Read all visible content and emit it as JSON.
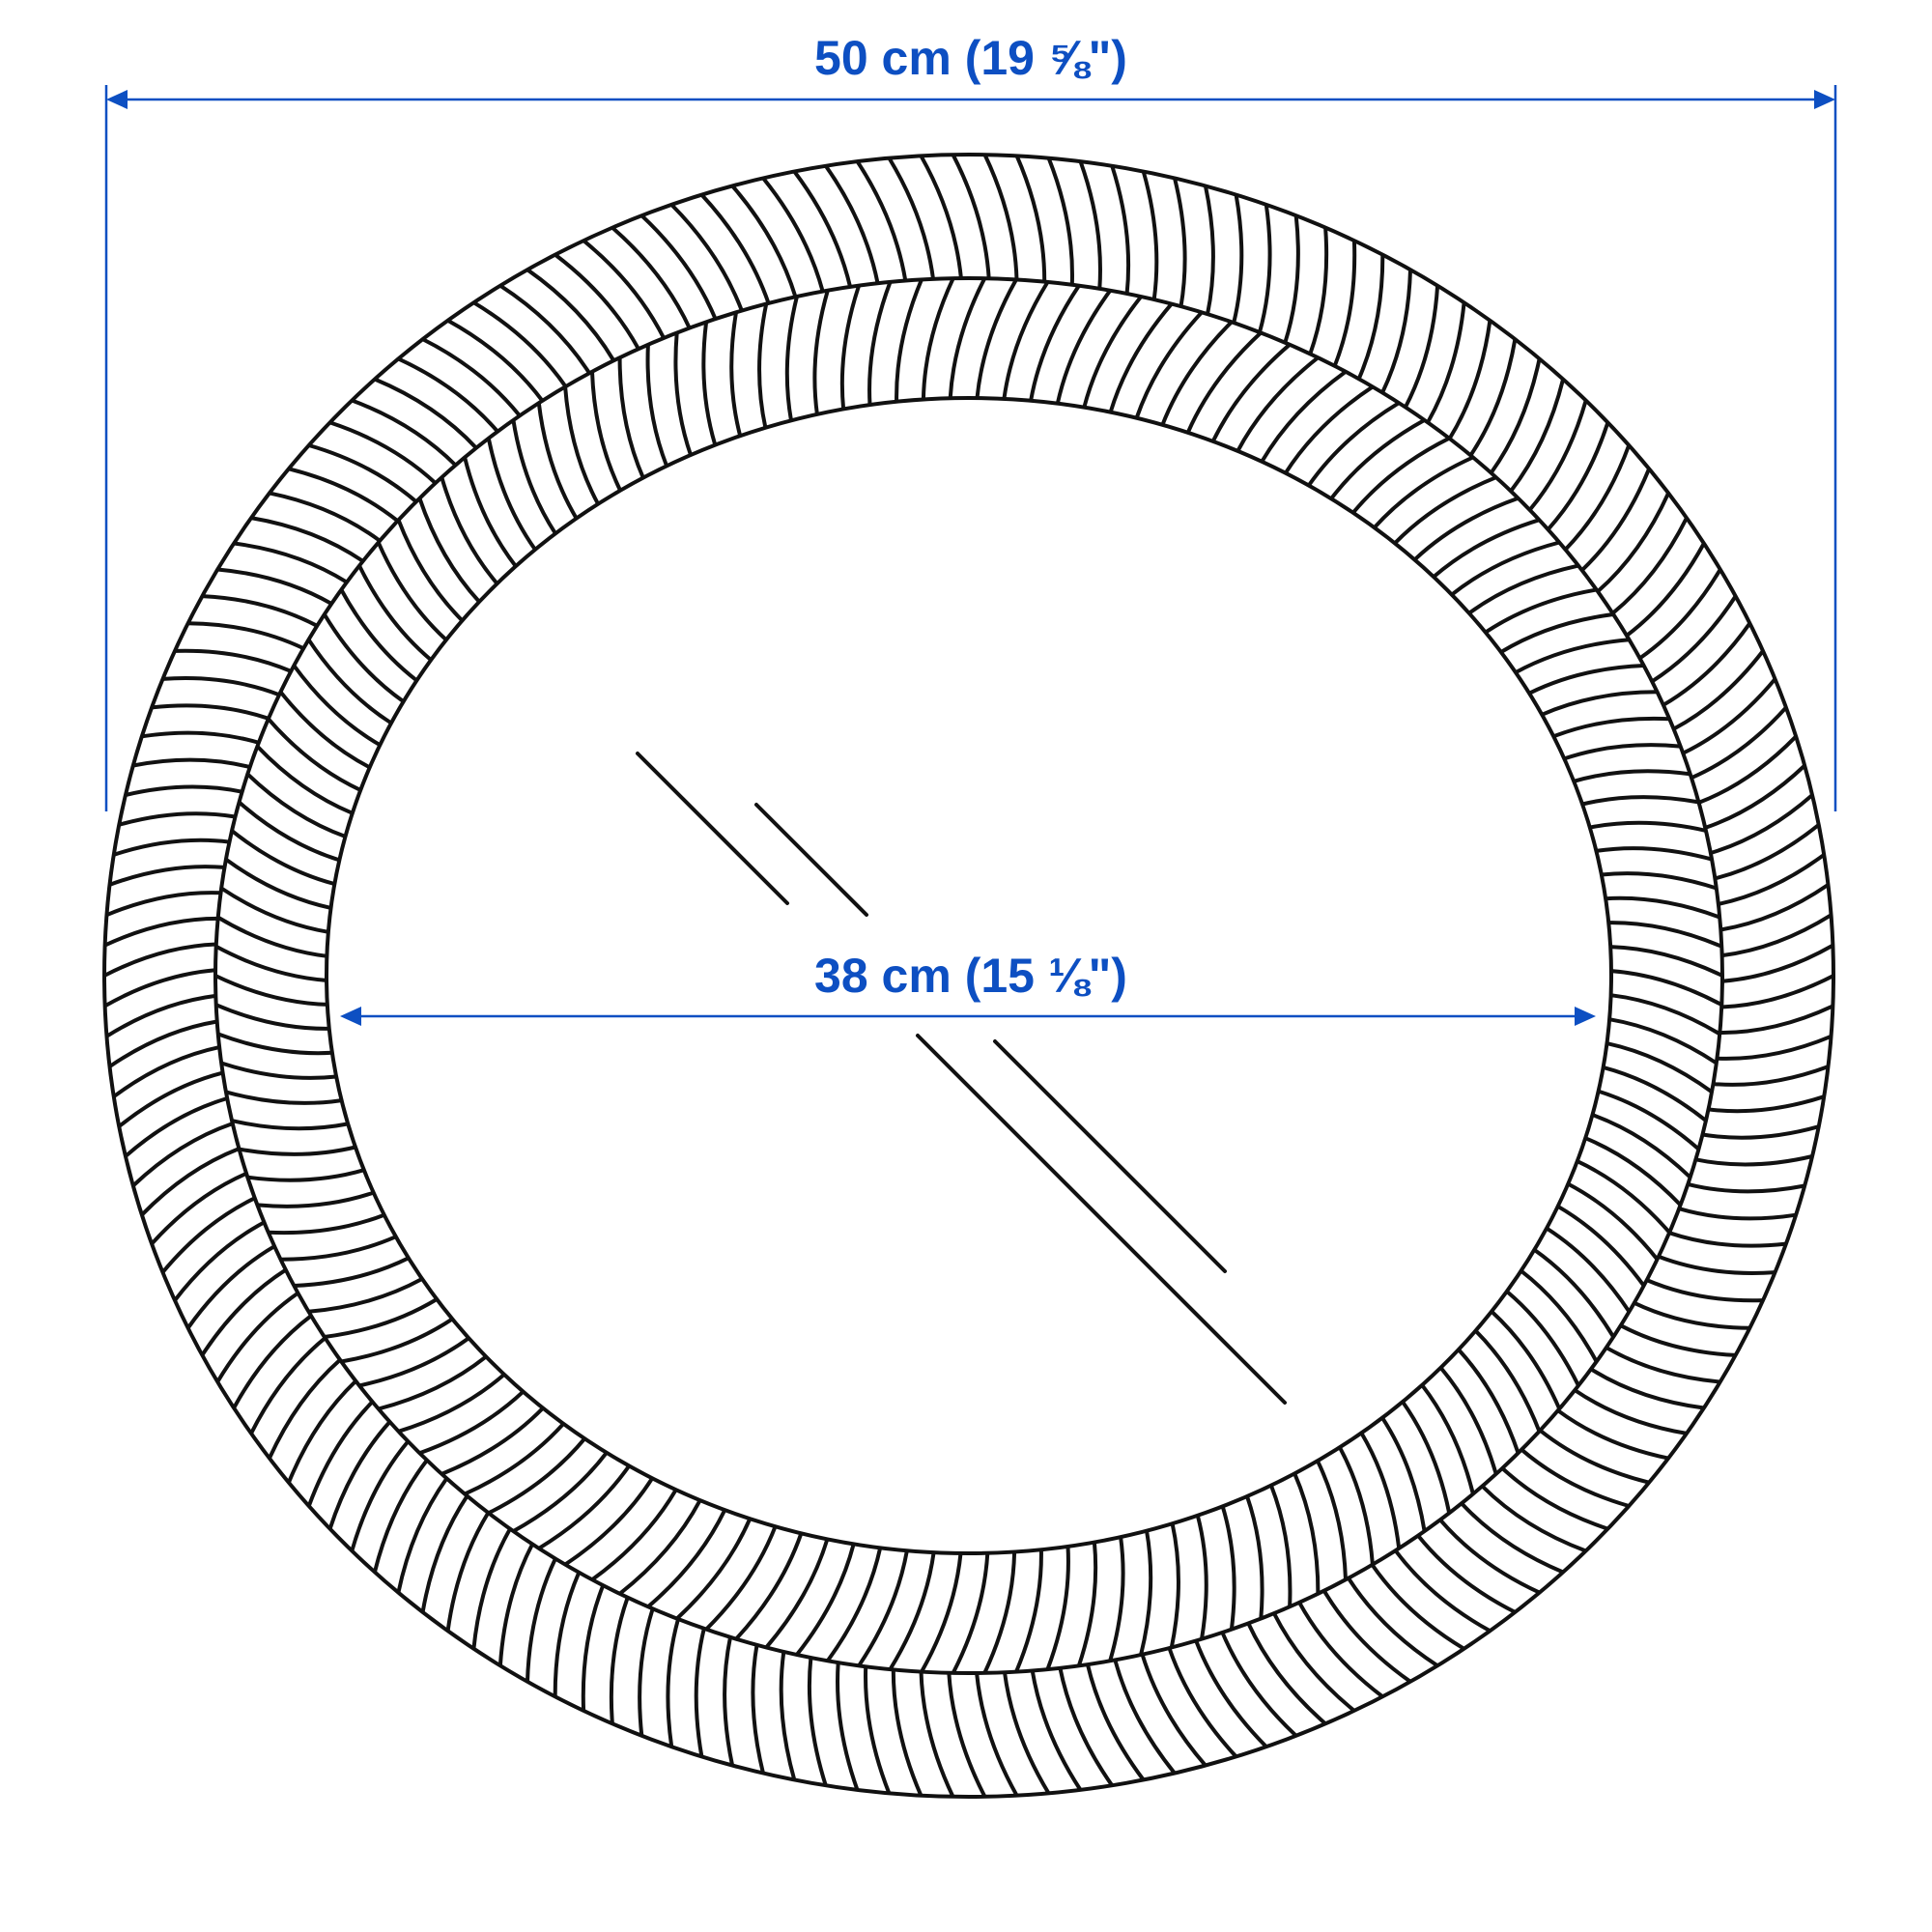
{
  "dimensions": {
    "outer_width": "50 cm (19 ⅝\")",
    "inner_width": "38 cm (15 ⅛\")"
  },
  "colors": {
    "dimension": "#0d4fc2",
    "line": "#111111",
    "background": "#ffffff"
  },
  "frame": {
    "pattern": "wavy-slat",
    "shape": "round"
  }
}
